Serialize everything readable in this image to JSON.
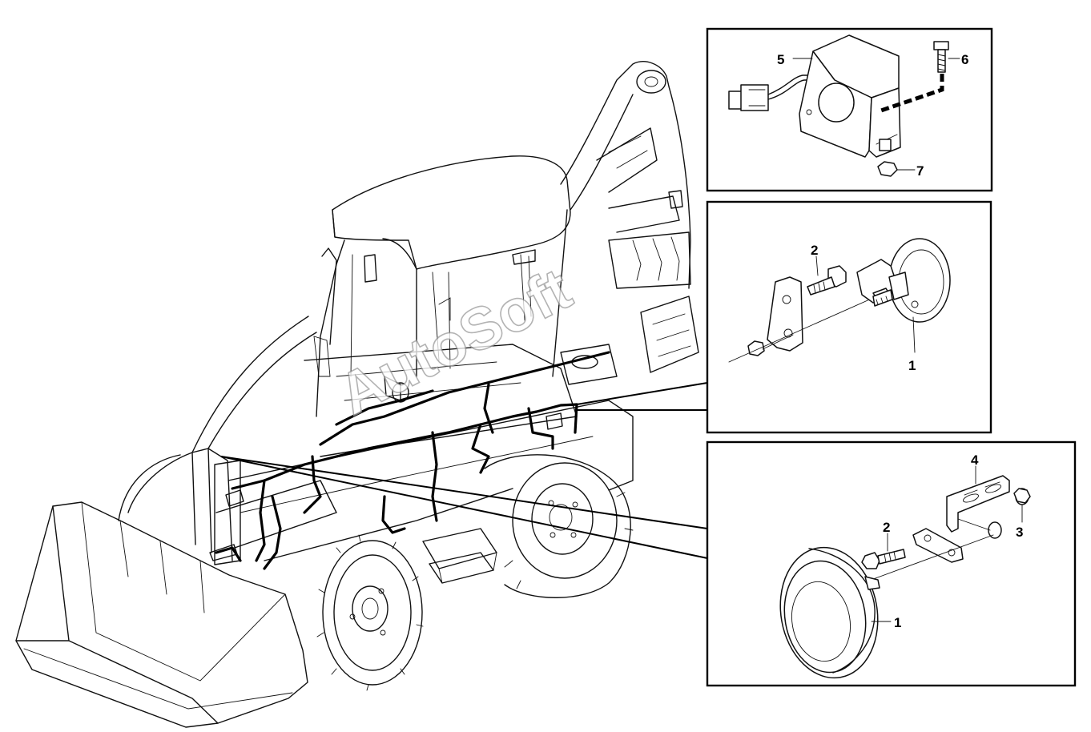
{
  "watermark": "AutoSoft",
  "detail_top": {
    "callouts": {
      "a": "5",
      "b": "6",
      "c": "7"
    },
    "icons": [
      "horn-relay-icon",
      "connector-plug-icon",
      "bolt-icon",
      "nut-icon"
    ]
  },
  "detail_middle": {
    "callouts": {
      "a": "2",
      "b": "1"
    },
    "icons": [
      "horn-icon",
      "bracket-plate-icon",
      "bolt-icon",
      "nut-icon"
    ]
  },
  "detail_bottom": {
    "callouts": {
      "a": "4",
      "b": "2",
      "c": "3",
      "d": "1"
    },
    "icons": [
      "horn-icon",
      "bracket-icon",
      "plate-icon",
      "bolt-icon",
      "washer-icon",
      "nut-icon"
    ]
  },
  "colors": {
    "line": "#111111",
    "frame": "#000000",
    "background": "#ffffff",
    "watermark": "#9a9a9a"
  }
}
